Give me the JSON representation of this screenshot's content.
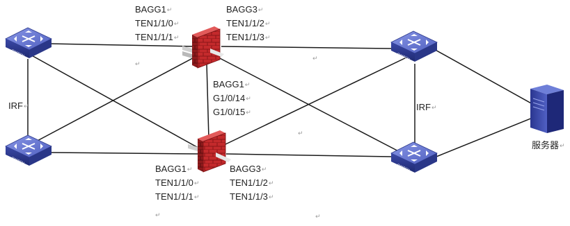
{
  "return_mark": "↵",
  "switch_text": "SWITCH",
  "labels": {
    "fw_top_left": [
      "BAGG1",
      "TEN1/1/0",
      "TEN1/1/1"
    ],
    "fw_top_right": [
      "BAGG3",
      "TEN1/1/2",
      "TEN1/1/3"
    ],
    "fw_middle": [
      "BAGG1",
      "G1/0/14",
      "G1/0/15"
    ],
    "fw_bottom_left": [
      "BAGG1",
      "TEN1/1/0",
      "TEN1/1/1"
    ],
    "fw_bottom_right": [
      "BAGG3",
      "TEN1/1/2",
      "TEN1/1/3"
    ],
    "irf_left": "IRF",
    "irf_right": "IRF",
    "server": "服务器"
  },
  "colors": {
    "switch_top": "#6f7fd6",
    "switch_side": "#2d3a8c",
    "firewall_front": "#c0282a",
    "firewall_dark": "#7a1214",
    "server_front": "#3b4aa8",
    "line": "#1a1a1a"
  }
}
